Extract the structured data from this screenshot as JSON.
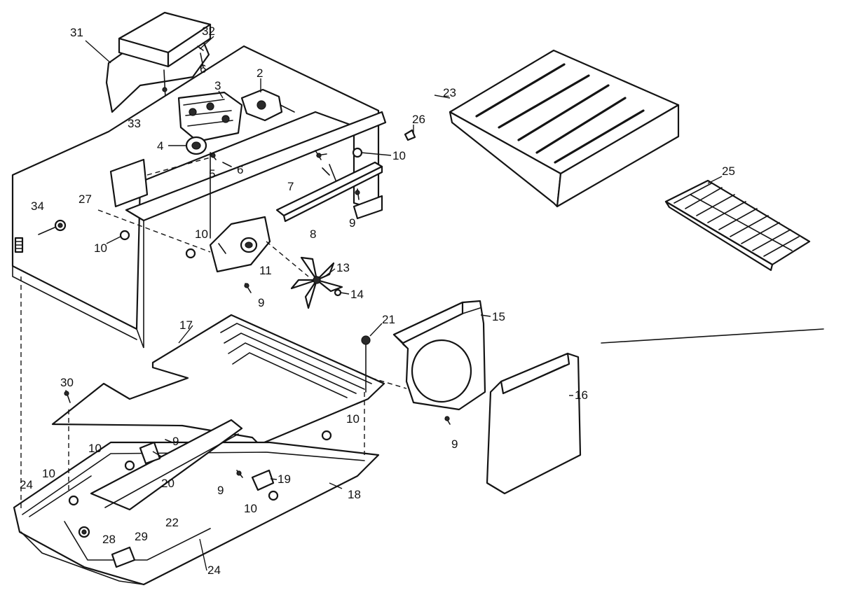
{
  "diagram": {
    "type": "exploded-parts-diagram",
    "callouts": {
      "c2": "2",
      "c3": "3",
      "c4": "4",
      "c5": "5",
      "c6a": "6",
      "c6b": "6",
      "c7": "7",
      "c8": "8",
      "c9a": "9",
      "c9b": "9",
      "c9c": "9",
      "c9d": "9",
      "c9e": "9",
      "c10a": "10",
      "c10b": "10",
      "c10c": "10",
      "c10d": "10",
      "c10e": "10",
      "c10f": "10",
      "c10g": "10",
      "c11": "11",
      "c13": "13",
      "c14": "14",
      "c15": "15",
      "c16": "16",
      "c17": "17",
      "c18": "18",
      "c19": "19",
      "c20": "20",
      "c21": "21",
      "c22": "22",
      "c23": "23",
      "c24a": "24",
      "c24b": "24",
      "c25": "25",
      "c26": "26",
      "c27": "27",
      "c28": "28",
      "c29": "29",
      "c30": "30",
      "c31": "31",
      "c32": "32",
      "c33": "33",
      "c34": "34"
    }
  }
}
